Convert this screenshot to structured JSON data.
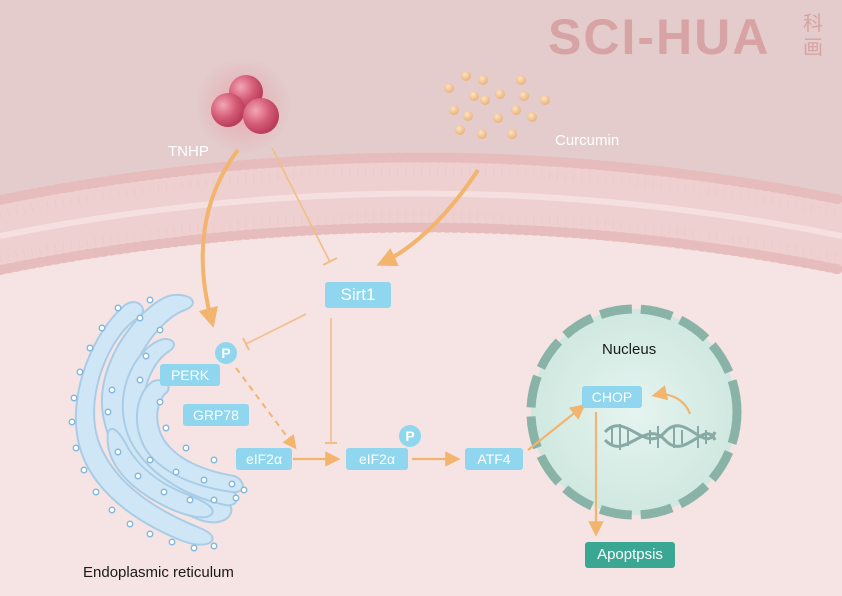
{
  "logo": {
    "text": "SCI-HUA",
    "chinese": "科画"
  },
  "molecules": {
    "tnhp": "TNHP",
    "curcumin": "Curcumin"
  },
  "proteins": {
    "sirt1": "Sirt1",
    "perk": "PERK",
    "grp78": "GRP78",
    "eif2a_left": "eIF2α",
    "eif2a_right": "eIF2α",
    "atf4": "ATF4",
    "chop": "CHOP",
    "phospho": "P"
  },
  "organelles": {
    "er": "Endoplasmic reticulum",
    "nucleus": "Nucleus"
  },
  "outcome": {
    "apoptosis": "Apoptpsis"
  },
  "colors": {
    "background": "#f5e4e3",
    "extracellular": "#e3cccb",
    "membrane": "#e8c3c3",
    "protein_box": "#8fd6ee",
    "arrow": "#f3b46d",
    "inhibit": "#f2be87",
    "er": "#c9e4f5",
    "nucleus": "#d3ebe5",
    "nucleus_border": "#8ab3a8",
    "apoptosis_box": "#3aa793",
    "tnhp": "#cf5a73",
    "curcumin": "#f0be85"
  }
}
